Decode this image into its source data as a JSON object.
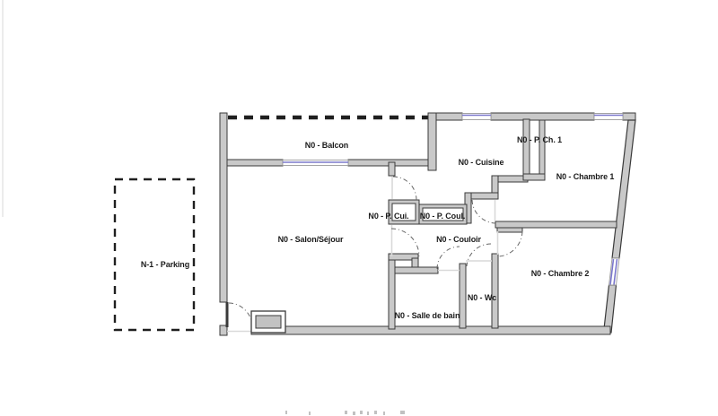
{
  "plan": {
    "colors": {
      "wall_fill": "#c9c9c9",
      "wall_stroke": "#3a3a3a",
      "window_blue": "#7b78cc",
      "door_arc": "#666666",
      "threshold": "#d9d9d9",
      "dash": "#1f1f1f",
      "label": "#1b1b1b",
      "background": "#ffffff"
    },
    "rooms": [
      {
        "id": "balcon",
        "label": "N0 - Balcon"
      },
      {
        "id": "cuisine",
        "label": "N0 - Cuisine"
      },
      {
        "id": "placard-ch1",
        "label": "N0 - P. Ch. 1"
      },
      {
        "id": "chambre-1",
        "label": "N0 - Chambre 1"
      },
      {
        "id": "placard-cui",
        "label": "N0 - P. Cui."
      },
      {
        "id": "placard-coul",
        "label": "N0 - P. Coul."
      },
      {
        "id": "couloir",
        "label": "N0 - Couloir"
      },
      {
        "id": "salon-sejour",
        "label": "N0 - Salon/Séjour"
      },
      {
        "id": "parking",
        "label": "N-1 - Parking"
      },
      {
        "id": "chambre-2",
        "label": "N0 - Chambre 2"
      },
      {
        "id": "wc",
        "label": "N0 - Wc"
      },
      {
        "id": "salle-de-bain",
        "label": "N0 - Salle de bain"
      }
    ]
  }
}
